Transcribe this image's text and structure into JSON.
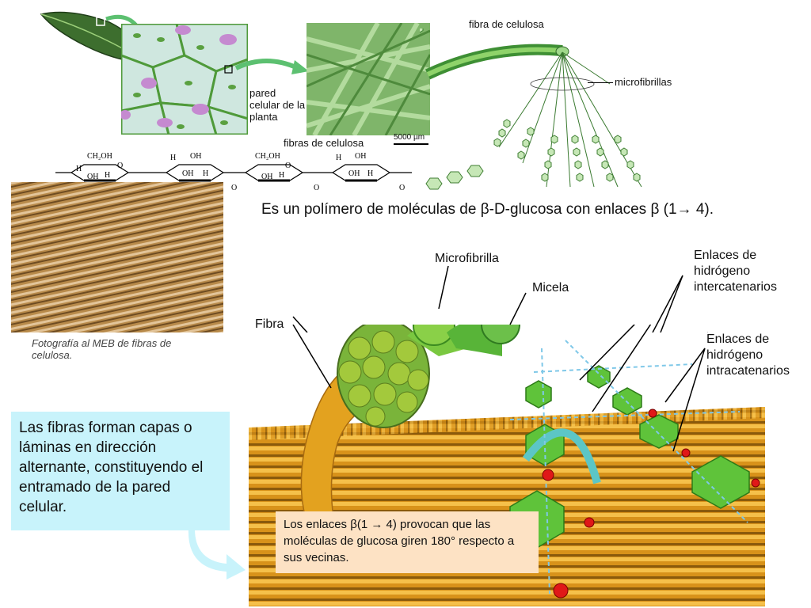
{
  "top": {
    "label_cell_wall": "pared celular de la planta",
    "label_cellulose_fibers": "fibras de celulosa",
    "scale_bar": "5000 µm",
    "label_cellulose_fiber": "fibra de celulosa",
    "label_microfibrils": "microfibrillas",
    "chem": {
      "ch2oh": "CH₂OH",
      "h": "H",
      "o": "O",
      "oh": "OH"
    }
  },
  "polymer_statement": "Es un polímero de moléculas de β-D-glucosa con enlaces β (1→ 4).",
  "sem_caption": "Fotografía al MEB de fibras de celulosa.",
  "layers_text": "Las fibras forman capas o láminas en dirección alternante, constituyendo el entramado de la pared celular.",
  "structure_labels": {
    "microfibrilla": "Microfibrilla",
    "micela": "Micela",
    "fibra": "Fibra",
    "inter_hbonds": "Enlaces de hidrógeno intercatenarios",
    "intra_hbonds": "Enlaces de hidrógeno intracatenarios"
  },
  "rotation_note": "Los enlaces β(1 → 4) provocan que las moléculas de glucosa giren 180° respecto a sus vecinas.",
  "colors": {
    "green": "#6cc04a",
    "dark_green": "#3d8b2a",
    "orange": "#e8a020",
    "cyan_box": "#c8f3fb",
    "peach_box": "#fde2c4"
  }
}
